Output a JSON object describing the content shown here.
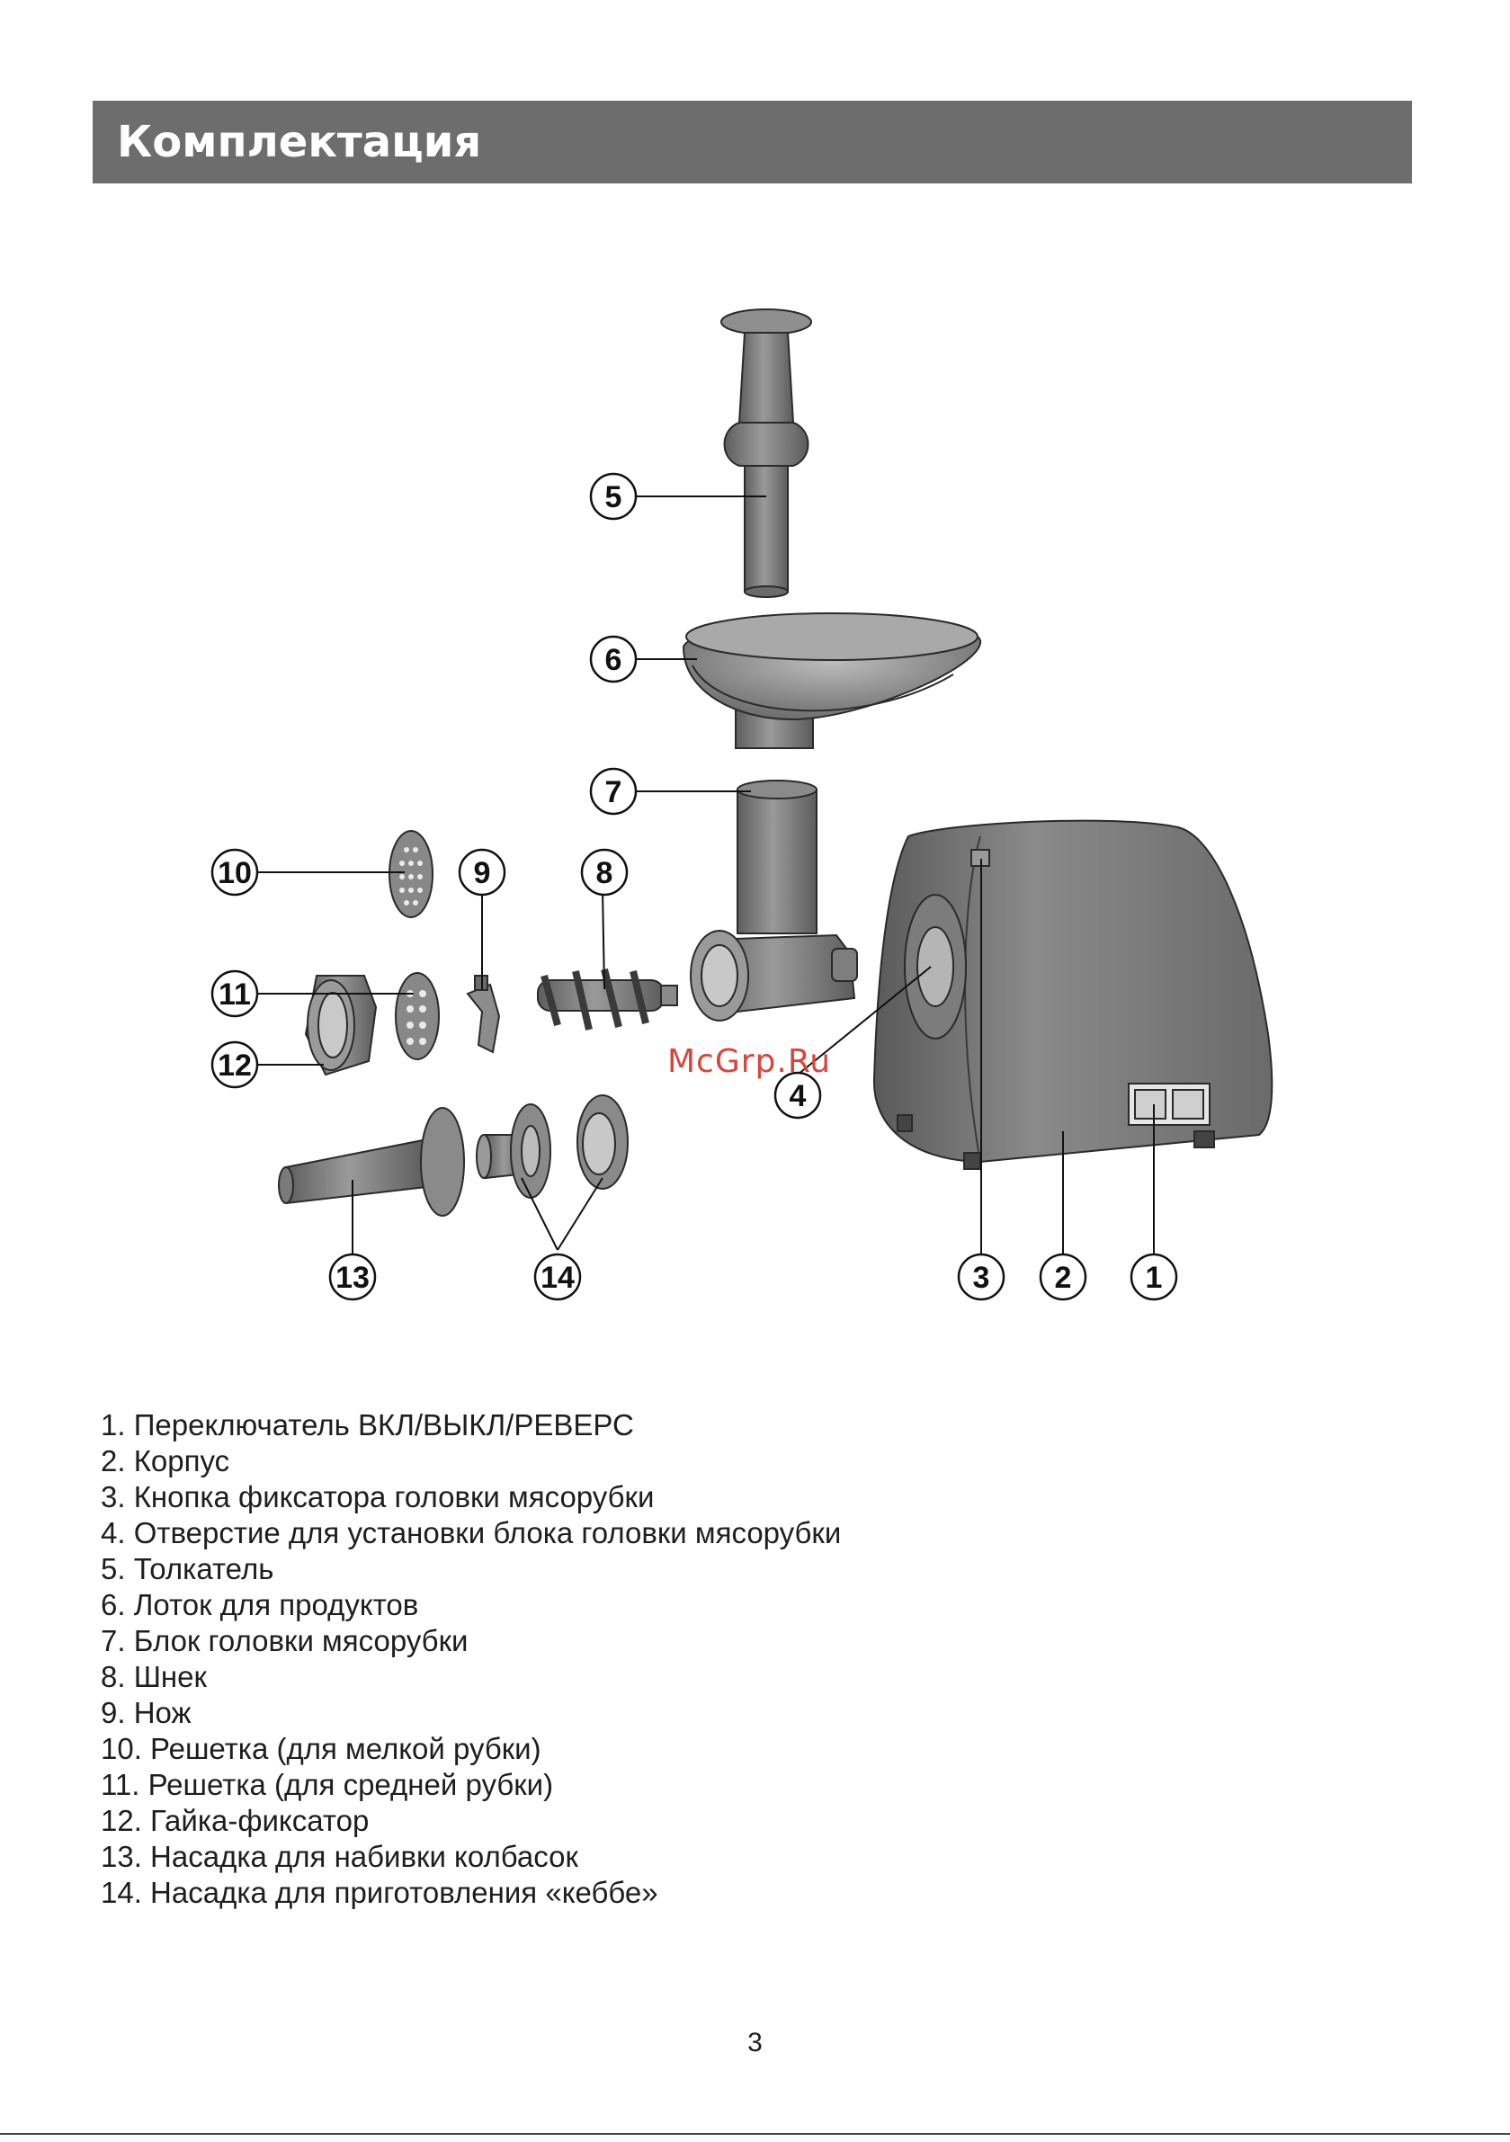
{
  "header": {
    "title": "Комплектация"
  },
  "diagram": {
    "callouts": [
      "1",
      "2",
      "3",
      "4",
      "5",
      "6",
      "7",
      "8",
      "9",
      "10",
      "11",
      "12",
      "13",
      "14"
    ],
    "watermark": "McGrp.Ru"
  },
  "parts": [
    "1. Переключатель ВКЛ/ВЫКЛ/РЕВЕРС",
    "2. Корпус",
    "3. Кнопка фиксатора головки мясорубки",
    "4. Отверстие для установки блока головки мясорубки",
    "5. Толкатель",
    "6. Лоток для продуктов",
    "7. Блок головки мясорубки",
    "8. Шнек",
    "9. Нож",
    "10. Решетка (для мелкой рубки)",
    "11. Решетка (для средней рубки)",
    "12. Гайка-фиксатор",
    "13. Насадка для набивки колбасок",
    "14. Насадка для приготовления «кеббе»"
  ],
  "footer": {
    "page_number": "3"
  }
}
